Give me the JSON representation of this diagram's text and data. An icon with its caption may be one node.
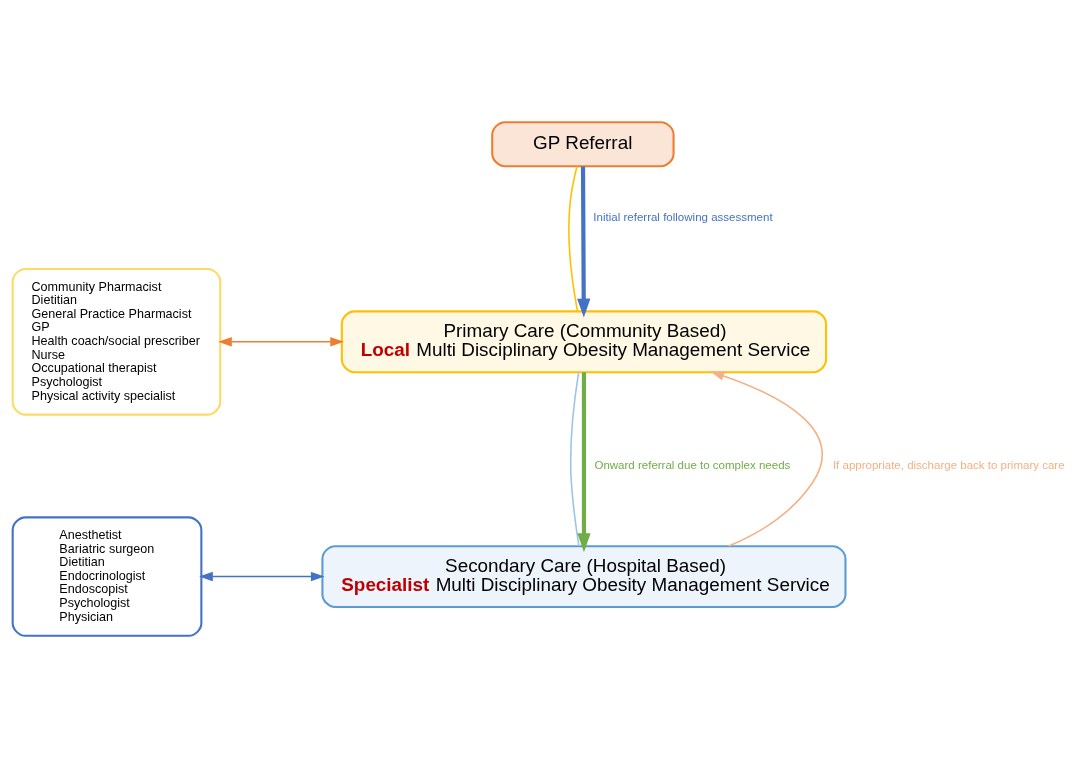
{
  "diagram": {
    "nodes": [
      {
        "text": [
          "GP Referral"
        ]
      },
      {
        "text": [
          "Primary Care (Community Based)",
          "**Local** Multi Disciplinary Obesity Management Service"
        ]
      },
      {
        "text": [
          "Community Pharmacist",
          "Dietitian",
          "General Practice Pharmacist",
          "GP",
          "Health coach/social prescriber",
          "Nurse",
          "Occupational therapist",
          "Psychologist",
          "Physical activity specialist"
        ]
      },
      {
        "text": [
          "Secondary Care (Hospital Based)",
          "**Specialist** Multi Disciplinary Obesity Management Service"
        ]
      },
      {
        "text": [
          "Anesthetist",
          "Bariatric surgeon",
          "Dietitian",
          "Endocrinologist",
          "Endoscopist",
          "Psychologist",
          "Physician"
        ]
      }
    ],
    "edges": [
      {
        "from": 0,
        "to": 1,
        "arrow": "none",
        "color": "#ffc000"
      },
      {
        "from": 2,
        "to": 1,
        "arrow": "both",
        "color": "#ed7d31"
      },
      {
        "from": 1,
        "to": 3,
        "arrow": "none",
        "color": "#9dc3e6"
      },
      {
        "from": 4,
        "to": 3,
        "arrow": "both",
        "color": "#4472c4"
      },
      {
        "from": 0,
        "to": 1,
        "arrow": "to",
        "label": "Initial referral following assessment",
        "style": "thick",
        "color": "#4472c4"
      },
      {
        "from": 1,
        "to": 3,
        "arrow": "to",
        "label": "Onward referral due to complex needs",
        "style": "thick",
        "color": "#70ad47"
      },
      {
        "from": 3,
        "to": 1,
        "arrow": "to",
        "label": "If appropriate, discharge back to primary care",
        "color": "#f4b183"
      }
    ]
  }
}
